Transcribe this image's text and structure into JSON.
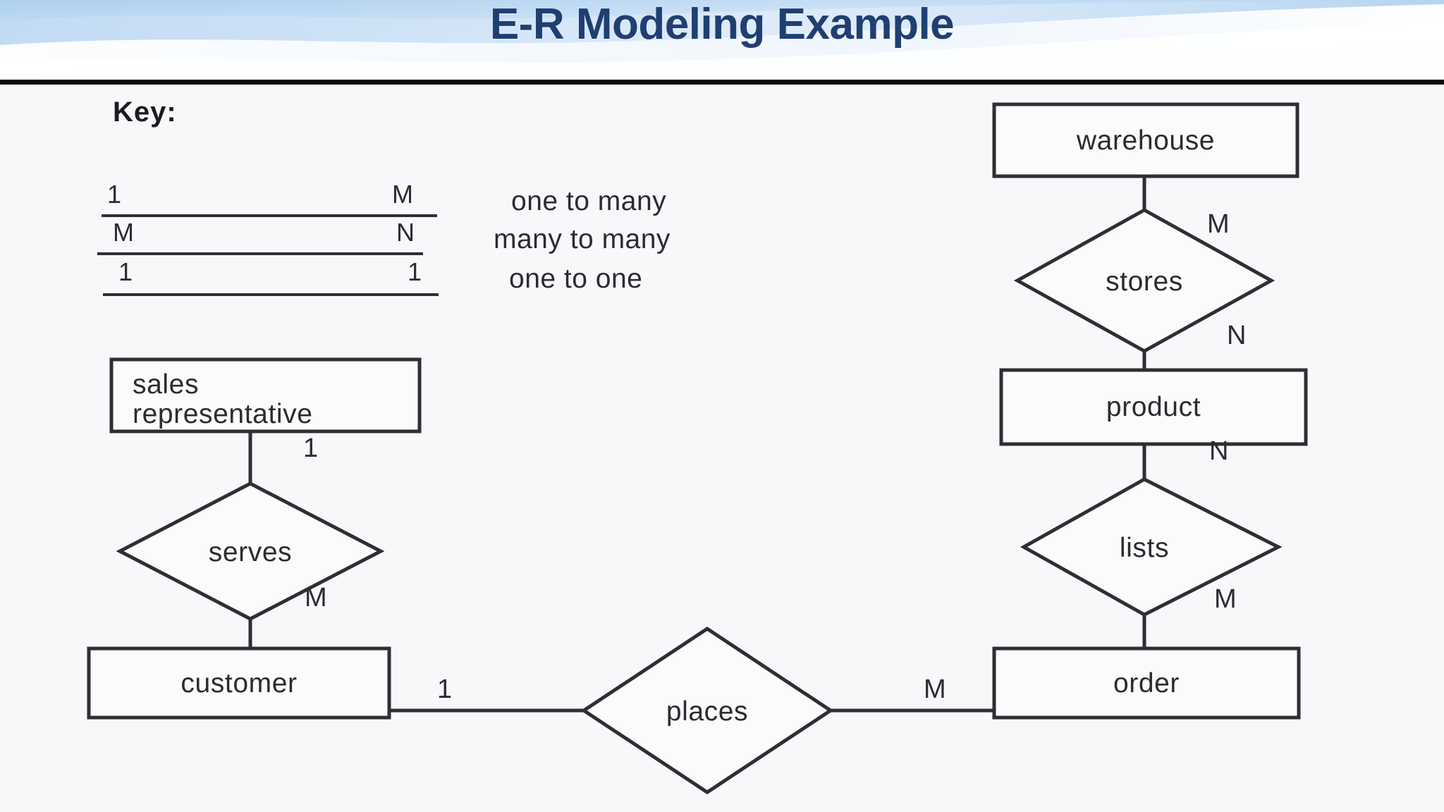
{
  "slide": {
    "title": "E-R Modeling Example",
    "title_color": "#1f3f72",
    "header_band_color": "#cfe2f6",
    "divider_color": "#08080c",
    "body_background": "#f8f8fa",
    "stroke_color": "#2e2e34"
  },
  "key": {
    "heading": "Key:",
    "rows": [
      {
        "left": "1",
        "right": "M",
        "description": "one to many"
      },
      {
        "left": "M",
        "right": "N",
        "description": "many to many"
      },
      {
        "left": "1",
        "right": "1",
        "description": "one to one"
      }
    ]
  },
  "diagram": {
    "entities": [
      {
        "id": "sales-representative",
        "label_line1": "sales",
        "label_line2": "representative"
      },
      {
        "id": "customer",
        "label": "customer"
      },
      {
        "id": "warehouse",
        "label": "warehouse"
      },
      {
        "id": "product",
        "label": "product"
      },
      {
        "id": "order",
        "label": "order"
      }
    ],
    "relationships": [
      {
        "id": "serves",
        "label": "serves"
      },
      {
        "id": "places",
        "label": "places"
      },
      {
        "id": "stores",
        "label": "stores"
      },
      {
        "id": "lists",
        "label": "lists"
      }
    ],
    "cardinalities": [
      {
        "id": "serves-salesrep",
        "value": "1"
      },
      {
        "id": "serves-customer",
        "value": "M"
      },
      {
        "id": "places-customer",
        "value": "1"
      },
      {
        "id": "places-order",
        "value": "M"
      },
      {
        "id": "stores-warehouse",
        "value": "M"
      },
      {
        "id": "stores-product",
        "value": "N"
      },
      {
        "id": "lists-product",
        "value": "N"
      },
      {
        "id": "lists-order",
        "value": "M"
      }
    ]
  }
}
